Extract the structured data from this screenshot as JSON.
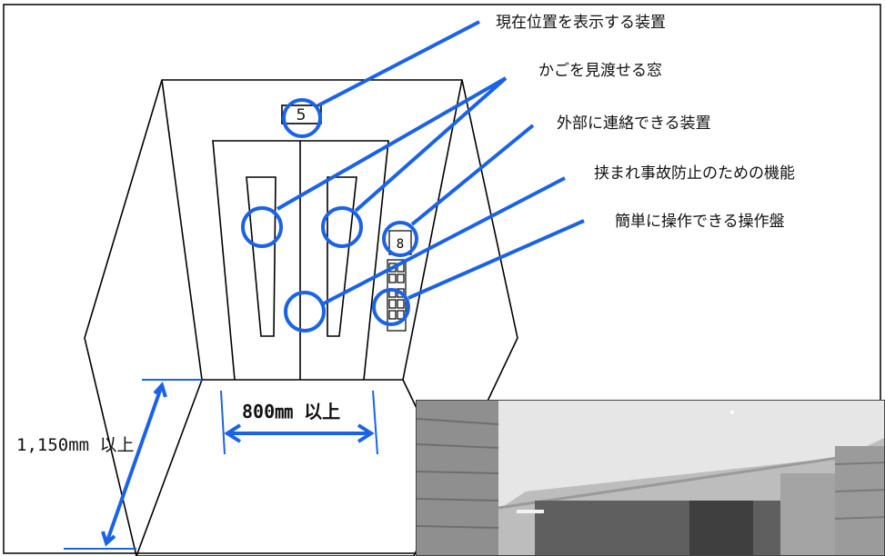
{
  "callouts": {
    "floor_indicator": "現在位置を表示する装置",
    "window": "かごを見渡せる窓",
    "intercom": "外部に連絡できる装置",
    "safety": "挟まれ事故防止のための機能",
    "control_panel": "簡単に操作できる操作盤"
  },
  "dimensions": {
    "door_width": "800㎜ 以上",
    "car_depth": "1,150mm 以上"
  },
  "indicator_digit": "5",
  "colors": {
    "callout": "#1a63e8",
    "line": "#000000"
  },
  "photo": {
    "description_icon": "photo-elevator-hall"
  }
}
